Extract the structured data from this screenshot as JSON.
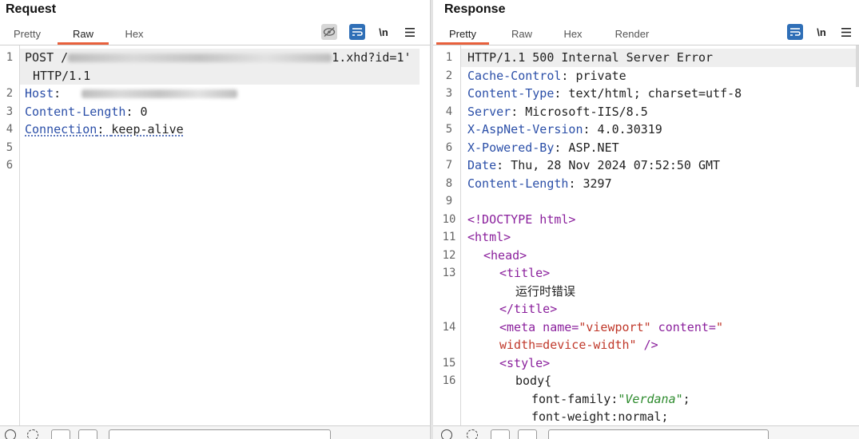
{
  "request": {
    "title": "Request",
    "tabs": [
      {
        "label": "Pretty",
        "active": false
      },
      {
        "label": "Raw",
        "active": true
      },
      {
        "label": "Hex",
        "active": false
      }
    ],
    "tools": {
      "hide_icon": "eye-slash-icon",
      "wrap_icon": "wrap-icon",
      "newline_label": "\\n",
      "menu_icon": "menu-icon"
    },
    "line_numbers": [
      "1",
      "2",
      "3",
      "4",
      "5",
      "6"
    ],
    "lines": {
      "l1_method": "POST /",
      "l1_tail": "1.xhd?id=1'",
      "l1_cont": "HTTP/1.1",
      "l2_key": "Host",
      "l2_sep": ":",
      "l3_key": "Content-Length",
      "l3_sep": ": ",
      "l3_val": "0",
      "l4_key": "Connection",
      "l4_sep": ": ",
      "l4_val": "keep-alive"
    }
  },
  "response": {
    "title": "Response",
    "tabs": [
      {
        "label": "Pretty",
        "active": true
      },
      {
        "label": "Raw",
        "active": false
      },
      {
        "label": "Hex",
        "active": false
      },
      {
        "label": "Render",
        "active": false
      }
    ],
    "tools": {
      "wrap_icon": "wrap-icon",
      "newline_label": "\\n",
      "menu_icon": "menu-icon"
    },
    "line_numbers": [
      "1",
      "2",
      "3",
      "4",
      "5",
      "6",
      "7",
      "8",
      "9",
      "10",
      "11",
      "12",
      "13",
      "14",
      "15",
      "16"
    ],
    "lines": {
      "status": "HTTP/1.1 500 Internal Server Error",
      "h2_key": "Cache-Control",
      "h2_val": ": private",
      "h3_key": "Content-Type",
      "h3_val": ": text/html; charset=utf-8",
      "h4_key": "Server",
      "h4_val": ": Microsoft-IIS/8.5",
      "h5_key": "X-AspNet-Version",
      "h5_val": ": 4.0.30319",
      "h6_key": "X-Powered-By",
      "h6_val": ": ASP.NET",
      "h7_key": "Date",
      "h7_val": ": Thu, 28 Nov 2024 07:52:50 GMT",
      "h8_key": "Content-Length",
      "h8_val": ": 3297",
      "doctype": "<!DOCTYPE html>",
      "html_open": "<html>",
      "head_open": "<head>",
      "title_open": "<title>",
      "title_text": "运行时错误",
      "title_close": "</title>",
      "meta_open": "<meta",
      "meta_name_attr": " name=",
      "meta_name_val": "\"viewport\"",
      "meta_content_attr": " content=",
      "meta_content_q": "\"",
      "meta_content_val": "width=device-width\"",
      "meta_close": " />",
      "style_open": "<style>",
      "body_sel": "body{",
      "ff_prop": "font-family:",
      "ff_val": "\"Verdana\"",
      "ff_end": ";",
      "fw_prop": "font-weight:normal;"
    }
  }
}
